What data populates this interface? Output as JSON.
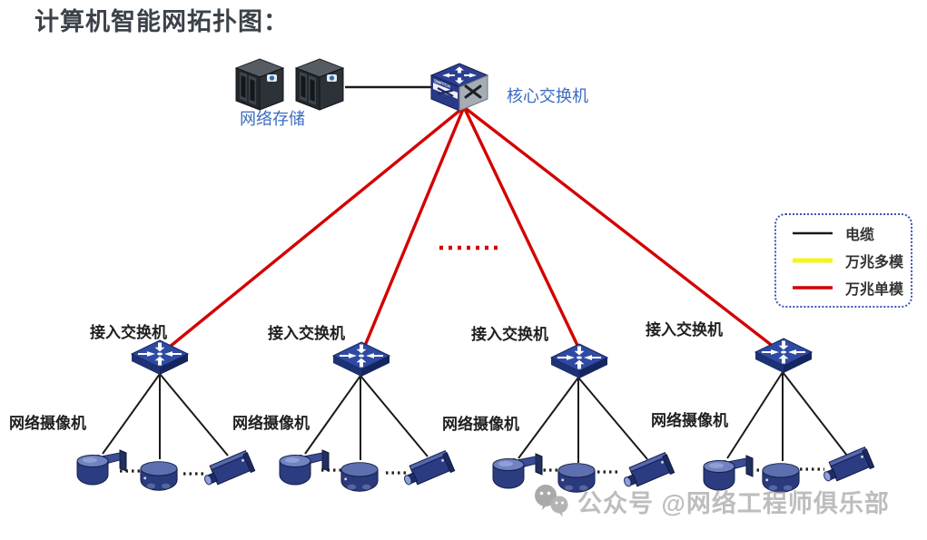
{
  "title": "计算机智能网拓扑图：",
  "devices": {
    "storage_label": "网络存储",
    "core_switch_label": "核心交换机"
  },
  "groups": [
    {
      "switch_label": "接入交换机",
      "camera_label": "网络摄像机"
    },
    {
      "switch_label": "接入交换机",
      "camera_label": "网络摄像机"
    },
    {
      "switch_label": "接入交换机",
      "camera_label": "网络摄像机"
    },
    {
      "switch_label": "接入交换机",
      "camera_label": "网络摄像机"
    }
  ],
  "legend": {
    "items": [
      {
        "label": "电缆",
        "color": "#1a1a1a"
      },
      {
        "label": "万兆多模",
        "color": "#f4f41c"
      },
      {
        "label": "万兆单模",
        "color": "#d40000"
      }
    ]
  },
  "watermark": {
    "account_text": "公众号 @网络工程师俱乐部"
  },
  "colors": {
    "cable": "#1a1a1a",
    "trunk_single": "#d40000",
    "label_blue": "#3a6abf"
  }
}
